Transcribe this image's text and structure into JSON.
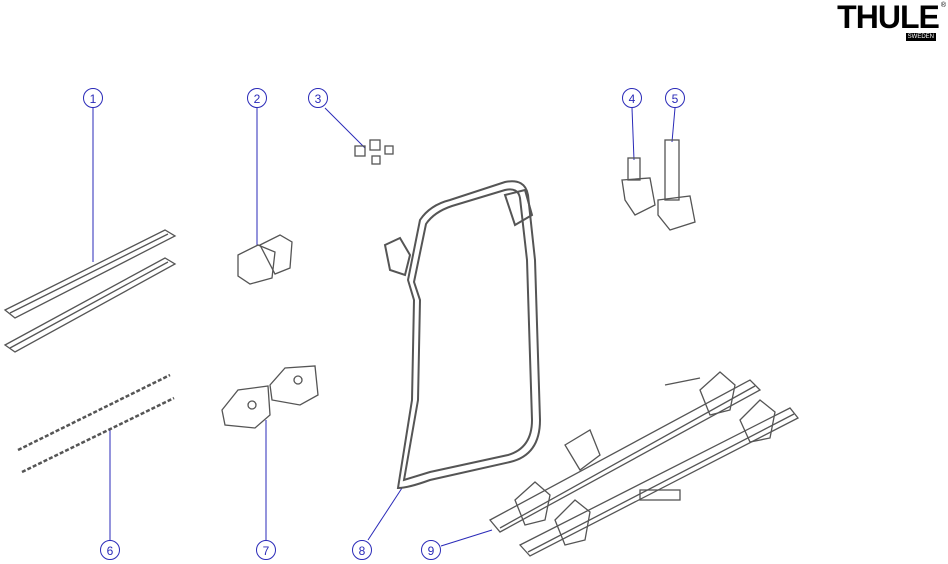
{
  "logo": {
    "brand": "THULE",
    "sub": "SWEDEN",
    "mark": "®"
  },
  "callouts": [
    "1",
    "2",
    "3",
    "4",
    "5",
    "6",
    "7",
    "8",
    "9"
  ],
  "colors": {
    "callout": "#2a2ab8",
    "part_line": "#555555"
  }
}
